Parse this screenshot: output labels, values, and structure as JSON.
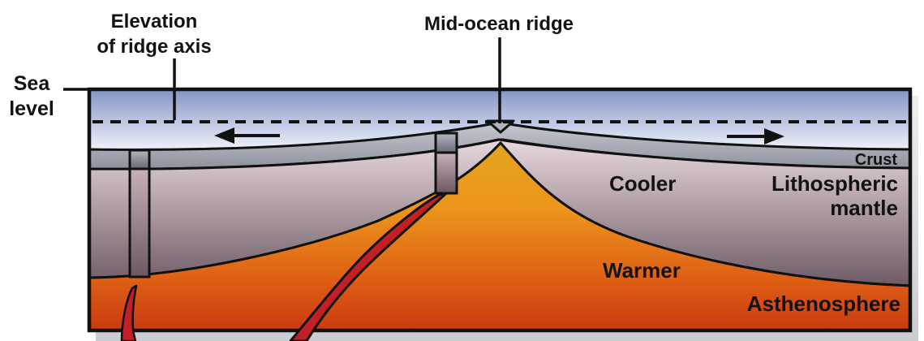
{
  "labels": {
    "sea_level": {
      "line1": "Sea",
      "line2": "level"
    },
    "elevation": {
      "line1": "Elevation",
      "line2": "of ridge axis"
    },
    "mid_ocean_ridge": "Mid-ocean ridge",
    "crust": "Crust",
    "cooler": "Cooler",
    "lithospheric_mantle": {
      "line1": "Lithospheric",
      "line2": "mantle"
    },
    "warmer": "Warmer",
    "asthenosphere": "Asthenosphere"
  },
  "icons": {
    "left_arrow": "plate-motion-left-arrow",
    "right_arrow": "plate-motion-right-arrow"
  },
  "colors": {
    "water_top": "#8494c6",
    "water_bottom": "#edf1fa",
    "crust_top": "#c6c9d1",
    "crust_bottom": "#8e929d",
    "notch_gray": "#aeb3bd",
    "mantle_top": "#e7d8dc",
    "mantle_bottom": "#6e5b66",
    "asthenosphere_top": "#e4a51f",
    "asthenosphere_upper": "#ec951c",
    "asthenosphere_lower": "#dd5c14",
    "asthenosphere_bottom": "#c93a11",
    "magma_red": "#c32026",
    "column_gray_top": "#b2b6bf",
    "column_gray_bottom": "#676b75",
    "column_purple_top": "#c7b0b9",
    "column_purple_bottom": "#6d5765",
    "outline": "#111111",
    "shadow": "#c9cdd2"
  }
}
